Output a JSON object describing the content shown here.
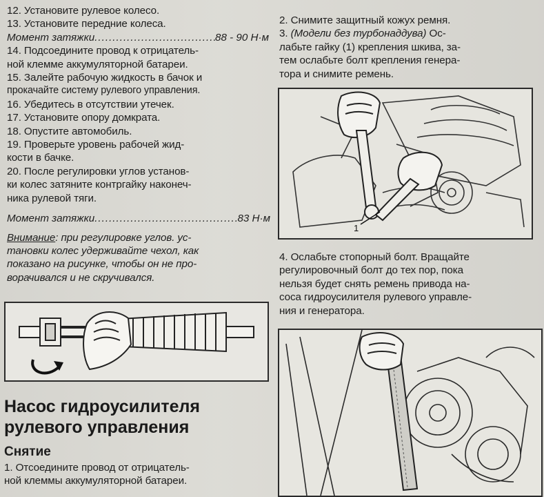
{
  "left_column": {
    "steps": [
      {
        "text": "12. Установите рулевое колесо."
      },
      {
        "text": "13. Установите передние колеса."
      }
    ],
    "torque_1": {
      "label": "Момент затяжки",
      "value": "88 - 90 Н·м"
    },
    "steps_2": [
      "14. Подсоедините провод к отрицатель-",
      "ной клемме аккумуляторной батареи.",
      "15. Залейте рабочую жидкость в бачок и",
      "прокачайте систему рулевого управления.",
      "16. Убедитесь в отсутствии утечек.",
      "17. Установите опору домкрата.",
      "18. Опустите автомобиль.",
      "19. Проверьте уровень рабочей жид-",
      "кости в бачке.",
      "20. После регулировки углов установ-",
      "ки колес затяните контргайку наконеч-",
      "ника рулевой тяги."
    ],
    "torque_2": {
      "label": "Момент затяжки",
      "value": "83 Н·м"
    },
    "note": {
      "label": "Внимание",
      "line1_rest": ": при регулировке углов. ус-",
      "lines": [
        "тановки колес удерживайте чехол, как",
        "показано на рисунке, чтобы он не про-",
        "ворачивался и не скручивался."
      ]
    }
  },
  "section": {
    "title_line1": "Насос гидроусилителя",
    "title_line2": "рулевого управления",
    "subtitle": "Снятие",
    "lines": [
      "1. Отсоедините провод от отрицатель-",
      "ной клеммы аккумуляторной батареи."
    ]
  },
  "right_column": {
    "para1": [
      "2. Снимите защитный кожух ремня.",
      "3. (Модели без турбонаддува) Ос-",
      "лабьте гайку (1) крепления шкива, за-",
      "тем ослабьте болт крепления генера-",
      "тора и снимите ремень."
    ],
    "para1_step3_num": "3. ",
    "para1_step3_italic": "(Модели без турбонаддува)",
    "para1_step3_rest": " Ос-",
    "figure1_callout": "1",
    "para2": [
      "4. Ослабьте стопорный болт. Вращайте",
      "регулировочный болт до тех пор, пока",
      "нельзя будет снять ремень привода на-",
      "соса гидроусилителя рулевого управле-",
      "ния и генератора."
    ]
  }
}
